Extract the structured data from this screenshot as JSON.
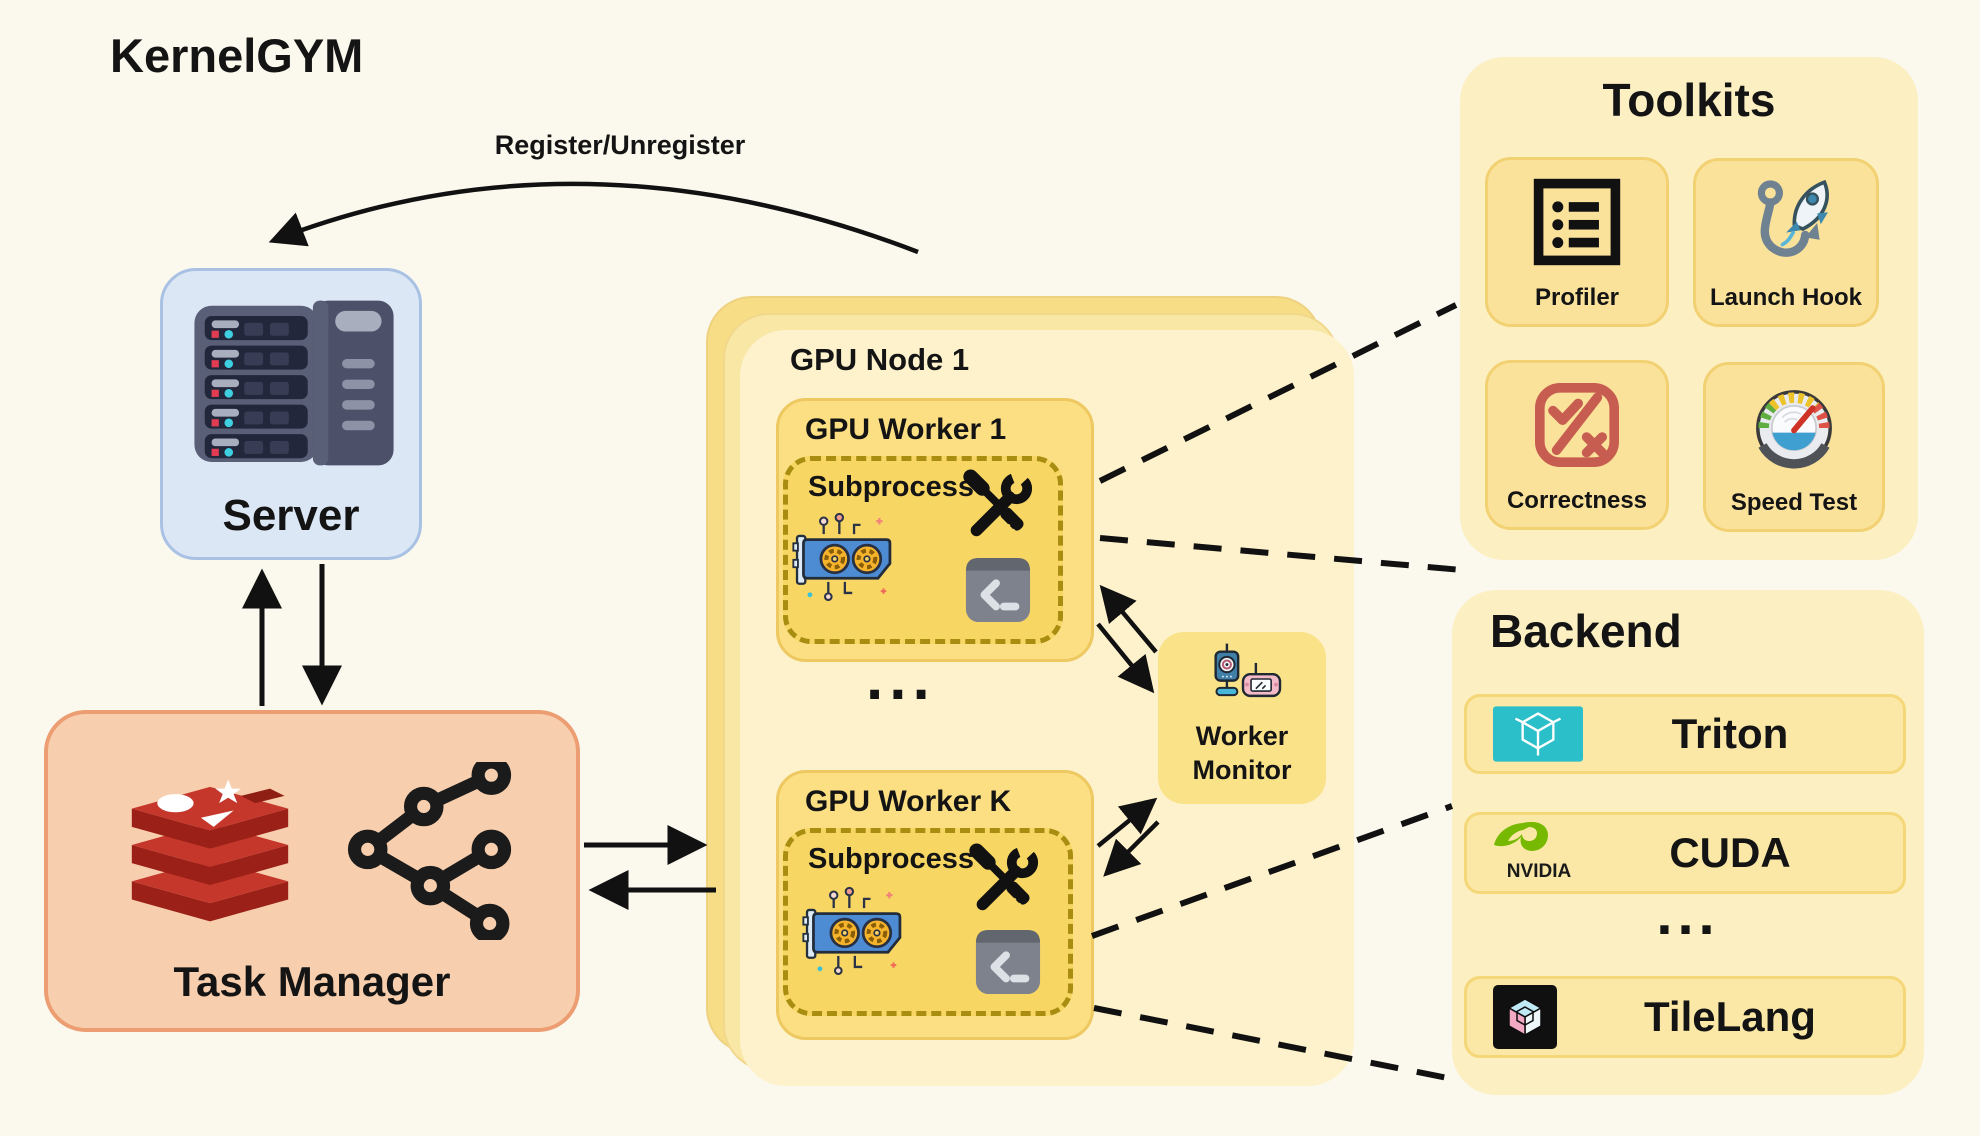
{
  "title": "KernelGYM",
  "colors": {
    "background": "#fbf8ee",
    "server_fill": "#dce7f6",
    "server_border": "#a9c2e3",
    "task_manager_fill": "#f8cfae",
    "task_manager_border": "#ec9e72",
    "gpu_node_fill": "#fdf2cb",
    "worker_fill": "#fbdf82",
    "subprocess_fill": "#f8d663",
    "subprocess_border": "#a88d10",
    "panel_fill": "#fcefc2",
    "card_fill": "#fbe29b",
    "row_fill": "#fbe8a6",
    "redis_red": "#c5372b",
    "triton_teal": "#2abfc9",
    "nvidia_green": "#76b900",
    "correctness_red": "#c75c50",
    "arrow_black": "#111111"
  },
  "register_arrow": {
    "label": "Register/Unregister"
  },
  "server": {
    "label": "Server",
    "icon": "server-rack-icon"
  },
  "task_manager": {
    "label": "Task Manager",
    "icons": [
      "redis-icon",
      "task-graph-icon"
    ]
  },
  "gpu_node": {
    "label": "GPU Node 1",
    "ellipsis": "...",
    "workers": [
      {
        "label": "GPU Worker 1",
        "subprocess_label": "Subprocess",
        "icons": [
          "gpu-card-icon",
          "tools-icon",
          "terminal-icon"
        ]
      },
      {
        "label": "GPU Worker K",
        "subprocess_label": "Subprocess",
        "icons": [
          "gpu-card-icon",
          "tools-icon",
          "terminal-icon"
        ]
      }
    ]
  },
  "worker_monitor": {
    "label": "Worker Monitor",
    "icon": "camera-monitor-icon"
  },
  "toolkits": {
    "title": "Toolkits",
    "items": [
      {
        "label": "Profiler",
        "icon": "profiler-list-icon"
      },
      {
        "label": "Launch Hook",
        "icon": "hook-rocket-icon"
      },
      {
        "label": "Correctness",
        "icon": "check-cross-icon"
      },
      {
        "label": "Speed Test",
        "icon": "gauge-icon"
      }
    ]
  },
  "backend": {
    "title": "Backend",
    "ellipsis": "...",
    "items": [
      {
        "label": "Triton",
        "icon": "triton-logo-icon"
      },
      {
        "label": "CUDA",
        "icon": "nvidia-logo-icon"
      },
      {
        "label": "TileLang",
        "icon": "tilelang-logo-icon"
      }
    ]
  }
}
